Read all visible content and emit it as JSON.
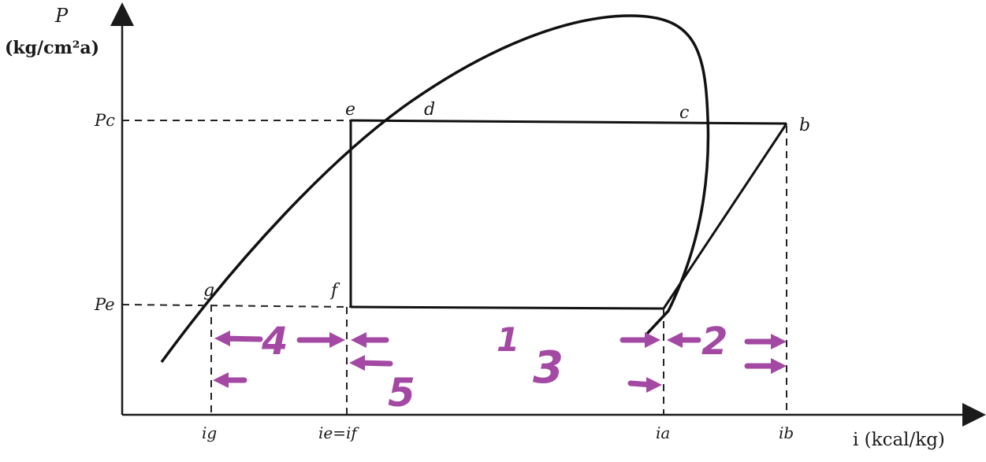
{
  "axes": {
    "y_symbol": "P",
    "y_unit": "(kg/cm²a)",
    "x_label": "i (kcal/kg)",
    "y_ticks": {
      "high": "Pc",
      "low": "Pe"
    },
    "x_ticks": {
      "g": "ig",
      "e_f": "ie=if",
      "a": "ia",
      "b": "ib"
    }
  },
  "points": {
    "b": "b",
    "c": "c",
    "d": "d",
    "e": "e",
    "f": "f",
    "g": "g"
  },
  "annotations": {
    "n1": "1",
    "n2": "2",
    "n3": "3",
    "n4": "4",
    "n5": "5"
  },
  "colors": {
    "annotation": "#a349a4",
    "line": "#111111"
  }
}
